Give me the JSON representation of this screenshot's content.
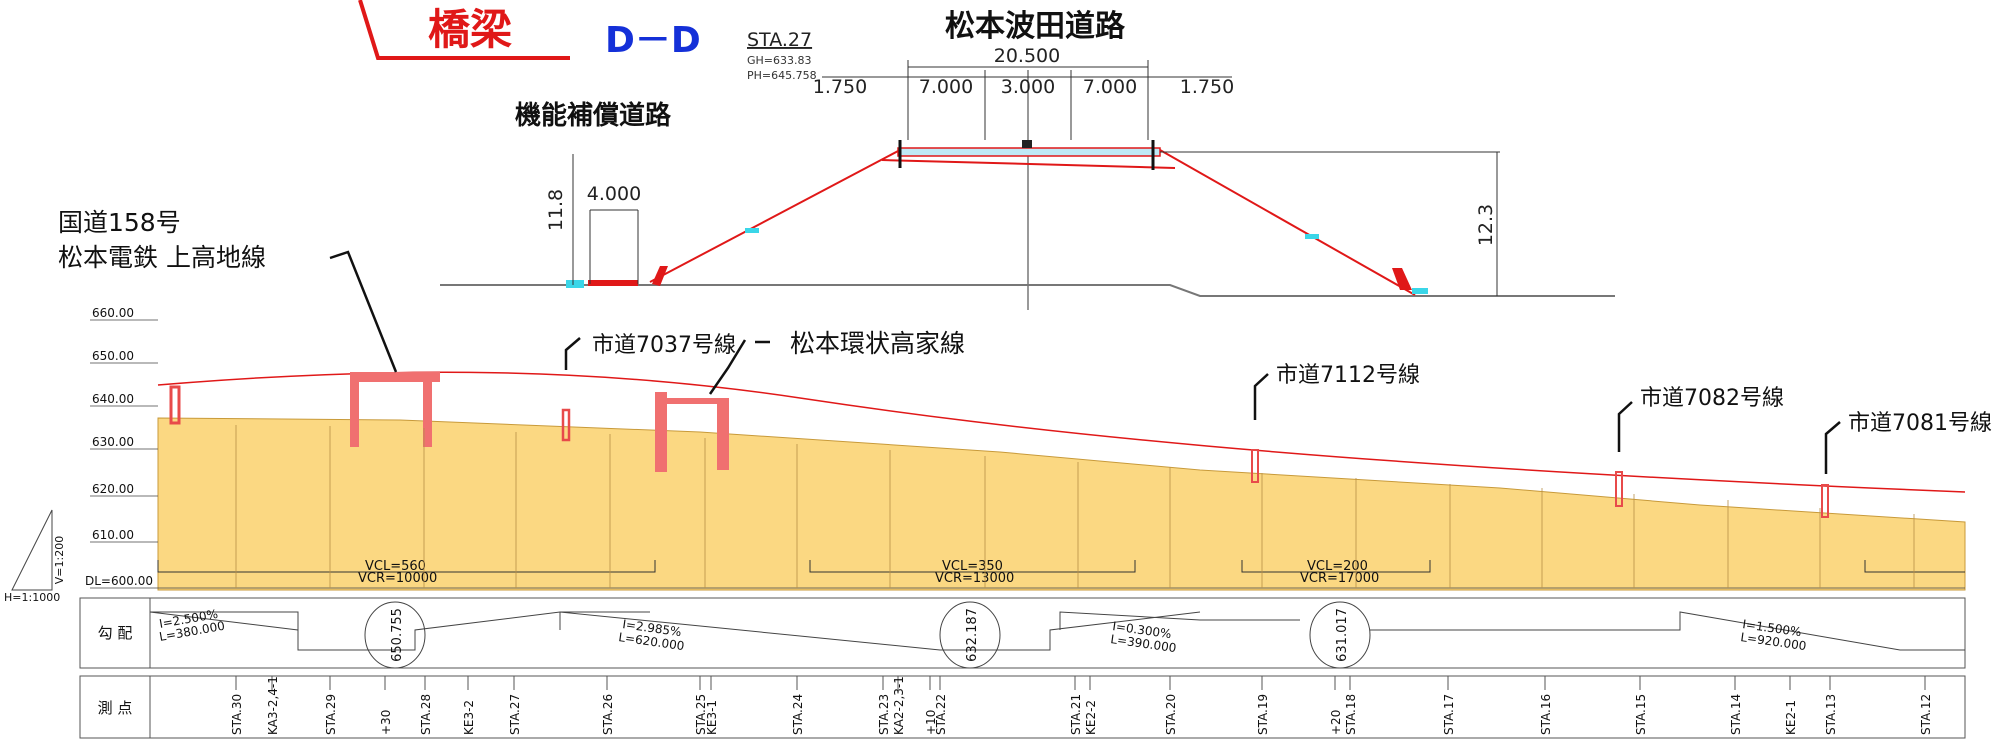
{
  "bridge_label": "橋梁",
  "section_label": "D－D",
  "section": {
    "station": "STA.27",
    "gh": "GH=633.83",
    "ph": "PH=645.758",
    "title": "松本波田道路",
    "left_road": "機能補償道路",
    "total_width": "20.500",
    "dims": [
      "1.750",
      "7.000",
      "3.000",
      "7.000",
      "1.750"
    ],
    "small_width": "4.000",
    "left_height": "11.8",
    "right_height": "12.3"
  },
  "callouts": {
    "route158": "国道158号",
    "railway": "松本電鉄  上高地線",
    "city7037": "市道7037号線",
    "kanjo": "松本環状高家線",
    "city7112": "市道7112号線",
    "city7082": "市道7082号線",
    "city7081": "市道7081号線"
  },
  "elevation_axis": [
    "660.00",
    "650.00",
    "640.00",
    "630.00",
    "620.00",
    "610.00"
  ],
  "datum_label": "DL=600.00",
  "scale_v": "V=1:200",
  "scale_h": "H=1:1000",
  "vertical_curves": [
    {
      "vcl": "VCL=560",
      "vcr": "VCR=10000"
    },
    {
      "vcl": "VCL=350",
      "vcr": "VCR=13000"
    },
    {
      "vcl": "VCL=200",
      "vcr": "VCR=17000"
    }
  ],
  "grade_row_label": "勾 配",
  "station_row_label": "測 点",
  "grades": [
    {
      "i": "I=2.500%",
      "l": "L=380.000"
    },
    {
      "i": "I=2.985%",
      "l": "L=620.000"
    },
    {
      "i": "I=0.300%",
      "l": "L=390.000"
    },
    {
      "i": "I=1.500%",
      "l": "L=920.000"
    }
  ],
  "pvi_elevations": [
    "650.755",
    "632.187",
    "631.017"
  ],
  "stations": [
    "STA.30",
    "KA3-2,4-1",
    "STA.29",
    "+30",
    "STA.28",
    "KE3-2",
    "STA.27",
    "STA.26",
    "STA.25",
    "KE3-1",
    "STA.24",
    "STA.23",
    "KA2-2,3-1",
    "+10",
    "STA.22",
    "STA.21",
    "KE2-2",
    "STA.20",
    "STA.19",
    "+20",
    "STA.18",
    "STA.17",
    "STA.16",
    "STA.15",
    "STA.14",
    "KE2-1",
    "STA.13",
    "STA.12"
  ]
}
